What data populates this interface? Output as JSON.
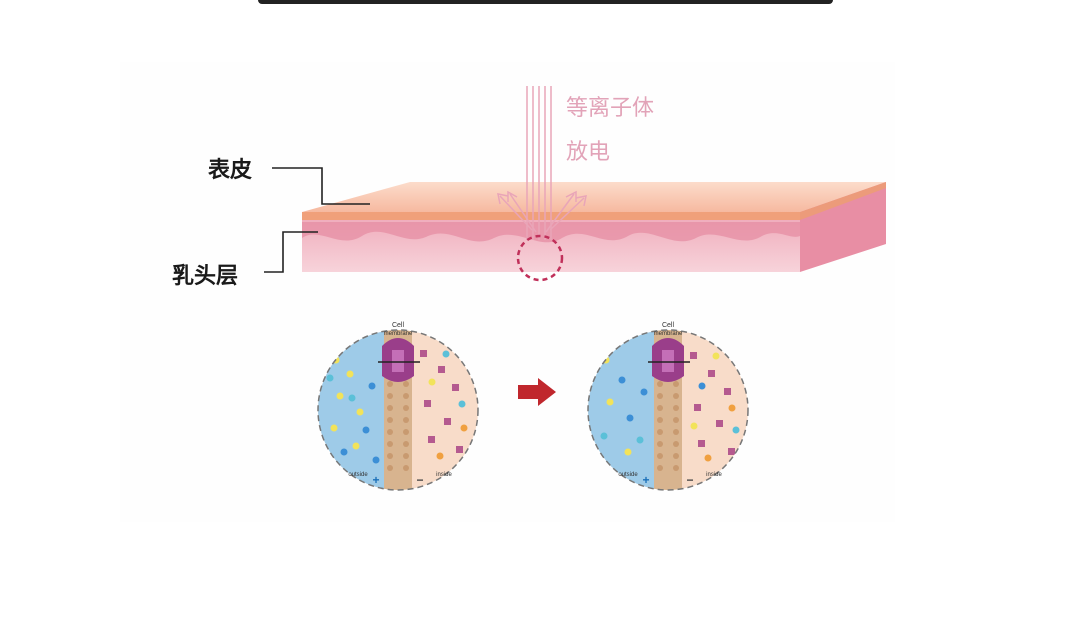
{
  "labels": {
    "epidermis": "表皮",
    "papillary_layer": "乳头层",
    "plasma_line1": "等离子体",
    "plasma_line2": "放电"
  },
  "cells": {
    "caption_top": "Cell",
    "caption_top2": "membrane",
    "caption_left": "outside",
    "caption_right": "inside",
    "plus_sign": "+",
    "minus_sign": "−"
  },
  "colors": {
    "skin_top": "#f9c9b5",
    "skin_edge": "#f0a07a",
    "dermis": "#f2b3c0",
    "plasma_text": "#e2a3b8",
    "arrow": "#c0272d",
    "circle_dash": "#c0305a",
    "cell_left_bg": "#9ecbe8",
    "cell_right_bg": "#f8dcc9",
    "membrane": "#c89a70",
    "channel": "#9a3e8a"
  },
  "icons": {
    "process_arrow": "arrow-right-icon"
  }
}
